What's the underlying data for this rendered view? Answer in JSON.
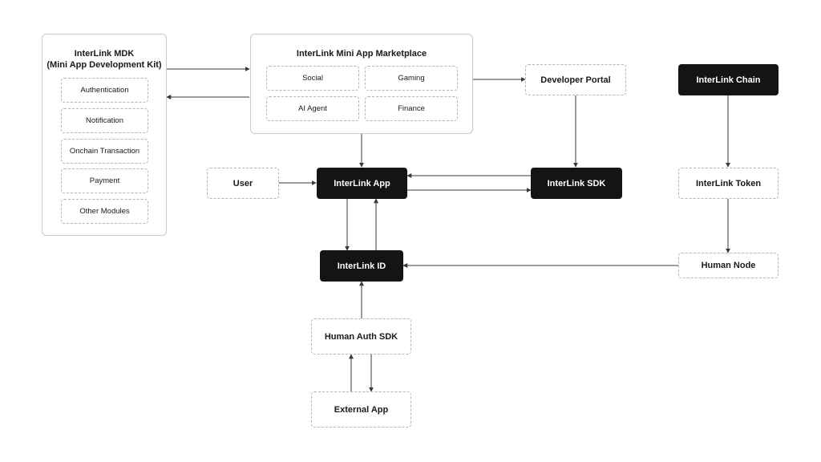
{
  "mdk": {
    "title_line1": "InterLink MDK",
    "title_line2": "(Mini App Development Kit)",
    "modules": [
      "Authentication",
      "Notification",
      "Onchain Transaction",
      "Payment",
      "Other Modules"
    ]
  },
  "marketplace": {
    "title": "InterLink Mini App Marketplace",
    "categories": [
      "Social",
      "Gaming",
      "AI Agent",
      "Finance"
    ]
  },
  "nodes": {
    "developer_portal": "Developer Portal",
    "interlink_chain": "InterLink Chain",
    "user": "User",
    "interlink_app": "InterLink App",
    "interlink_sdk": "InterLink SDK",
    "interlink_token": "InterLink Token",
    "interlink_id": "InterLink ID",
    "human_node": "Human Node",
    "human_auth_sdk": "Human Auth SDK",
    "external_app": "External App"
  },
  "colors": {
    "dark_node": "#141414",
    "line": "#3a3a3a",
    "dashed_border": "#b5b5b5"
  }
}
